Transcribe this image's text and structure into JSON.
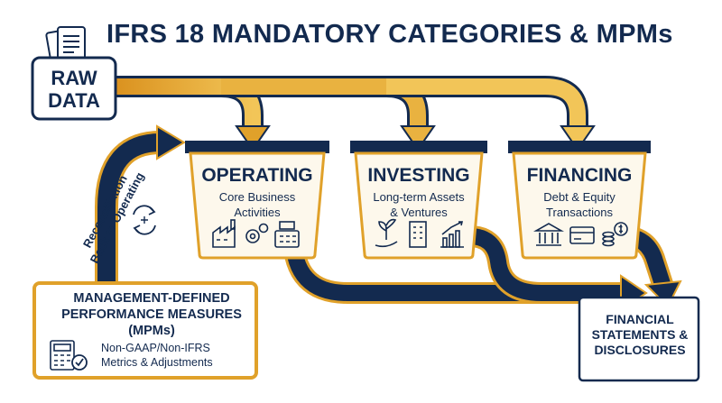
{
  "title": "IFRS 18 MANDATORY CATEGORIES & MPMs",
  "raw_data": {
    "line1": "RAW",
    "line2": "DATA"
  },
  "buckets": [
    {
      "title": "OPERATING",
      "sub1": "Core Business",
      "sub2": "Activities",
      "icons": [
        "factory-icon",
        "gears-icon",
        "cash-register-icon"
      ]
    },
    {
      "title": "INVESTING",
      "sub1": "Long-term Assets",
      "sub2": "& Ventures",
      "icons": [
        "plant-hand-icon",
        "building-icon",
        "growth-chart-icon"
      ]
    },
    {
      "title": "FINANCING",
      "sub1": "Debt & Equity",
      "sub2": "Transactions",
      "icons": [
        "bank-icon",
        "credit-card-icon",
        "coins-icon"
      ]
    }
  ],
  "reconciliation": {
    "line1": "Reconciliation",
    "line2": "Back to Operating"
  },
  "mpm": {
    "line1": "MANAGEMENT-DEFINED",
    "line2": "PERFORMANCE MEASURES",
    "line3": "(MPMs)",
    "sub1": "Non-GAAP/Non-IFRS",
    "sub2": "Metrics & Adjustments"
  },
  "financial_statements": {
    "line1": "FINANCIAL",
    "line2": "STATEMENTS &",
    "line3": "DISCLOSURES"
  },
  "colors": {
    "navy": "#132a4f",
    "gold": "#e0a12a",
    "gold_light": "#f0bf4c",
    "cream": "#fdf8ec"
  }
}
